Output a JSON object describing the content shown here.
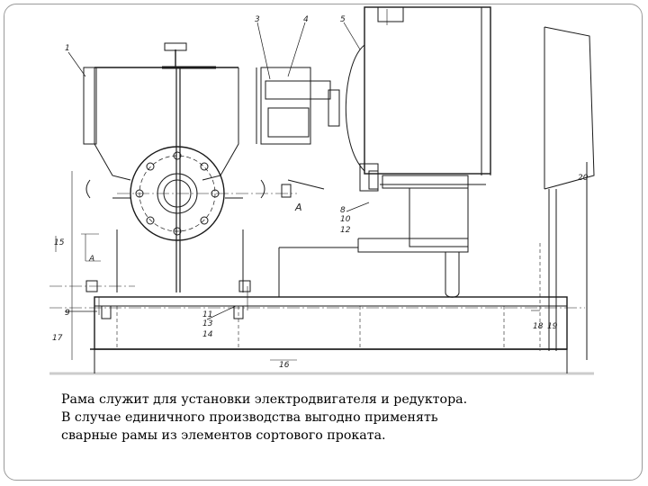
{
  "drawing": {
    "part_callouts": [
      "1",
      "3",
      "4",
      "5",
      "A",
      "A",
      "8",
      "9",
      "10",
      "11",
      "12",
      "13",
      "14",
      "15",
      "16",
      "17",
      "18",
      "19",
      "20"
    ]
  },
  "caption": {
    "lines": [
      "Рама служит для установки электродвигателя и редуктора.",
      "В случае единичного производства выгодно применять",
      "сварные рамы из элементов сортового проката."
    ]
  }
}
